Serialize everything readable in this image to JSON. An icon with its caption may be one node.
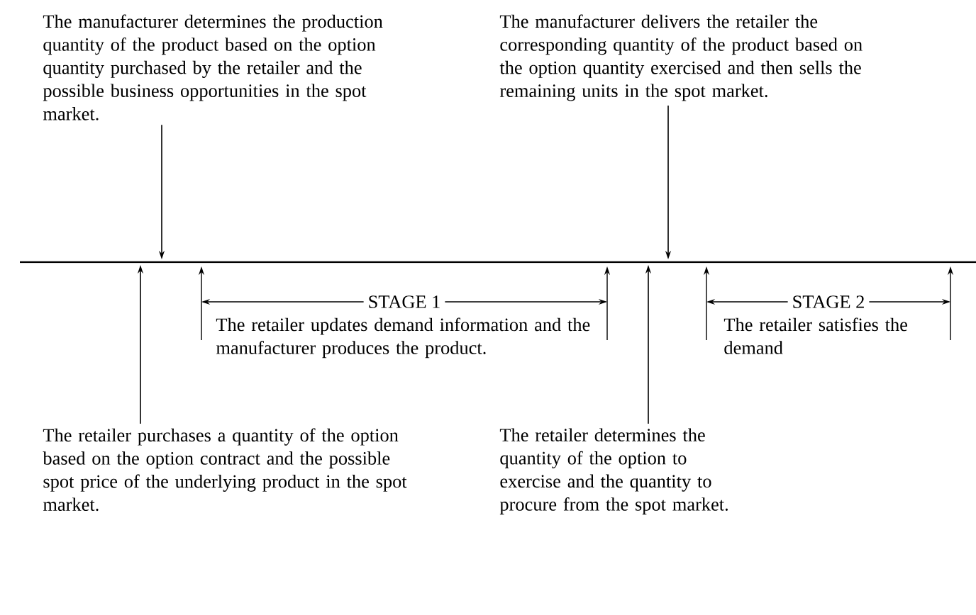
{
  "diagram": {
    "nodes": [
      {
        "text": [
          "The manufacturer determines the production quantity of the product based on the option quantity purchased by the retailer and the possible business opportunities in the spot market."
        ]
      },
      {
        "text": [
          "The manufacturer delivers the retailer the corresponding quantity of the product based on the option quantity exercised and then sells the remaining units in the spot market."
        ]
      },
      {
        "text": [
          "The retailer purchases a quantity of the option based on the option contract and the possible spot price of the underlying product in the spot market."
        ]
      },
      {
        "text": [
          "The retailer determines the quantity of the option to exercise and the quantity to procure from the spot market."
        ]
      }
    ],
    "edges": [
      {
        "from": 0,
        "to": null,
        "arrow": "to"
      },
      {
        "from": 1,
        "to": null,
        "arrow": "to"
      },
      {
        "from": 2,
        "to": null,
        "arrow": "to"
      },
      {
        "from": 3,
        "to": null,
        "arrow": "to"
      }
    ],
    "labels": [
      "STAGE 1",
      "The retailer updates demand information and the manufacturer produces the product.",
      "STAGE 2",
      "The retailer satisfies the demand"
    ]
  }
}
